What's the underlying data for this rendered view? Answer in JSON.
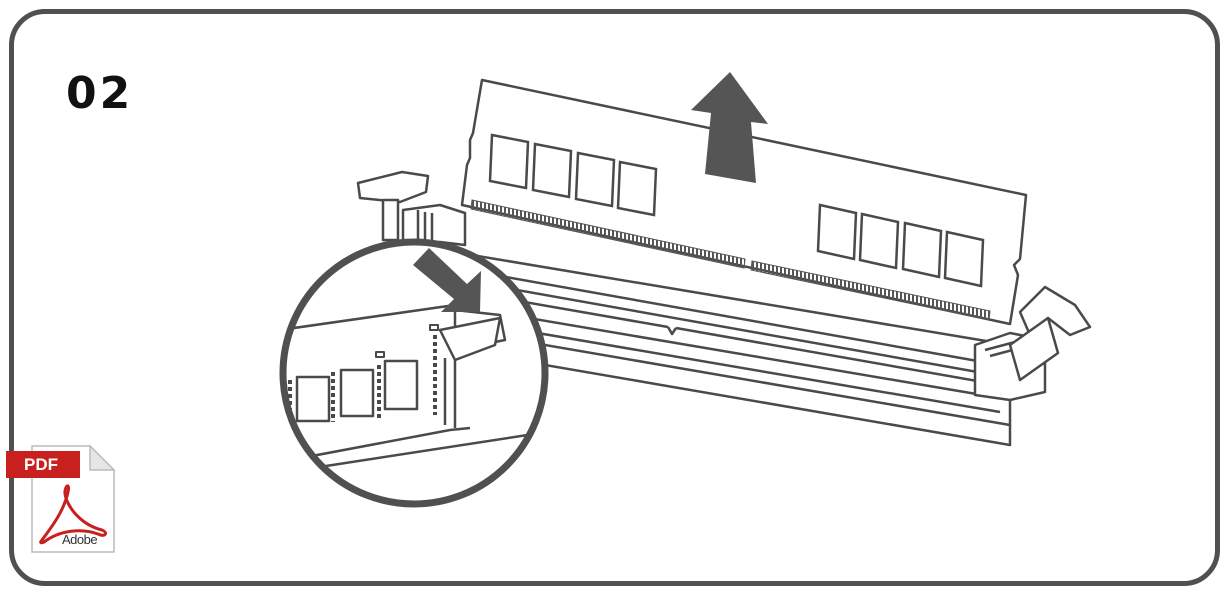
{
  "step_label": "02",
  "pdf_icon": {
    "tag_text": "PDF",
    "brand_text": "Adobe",
    "tag_color": "#c8201e",
    "icon": "pdf-file-icon"
  },
  "colors": {
    "frame": "#505050",
    "line_art": "#4a4a4a",
    "arrow": "#555555"
  }
}
